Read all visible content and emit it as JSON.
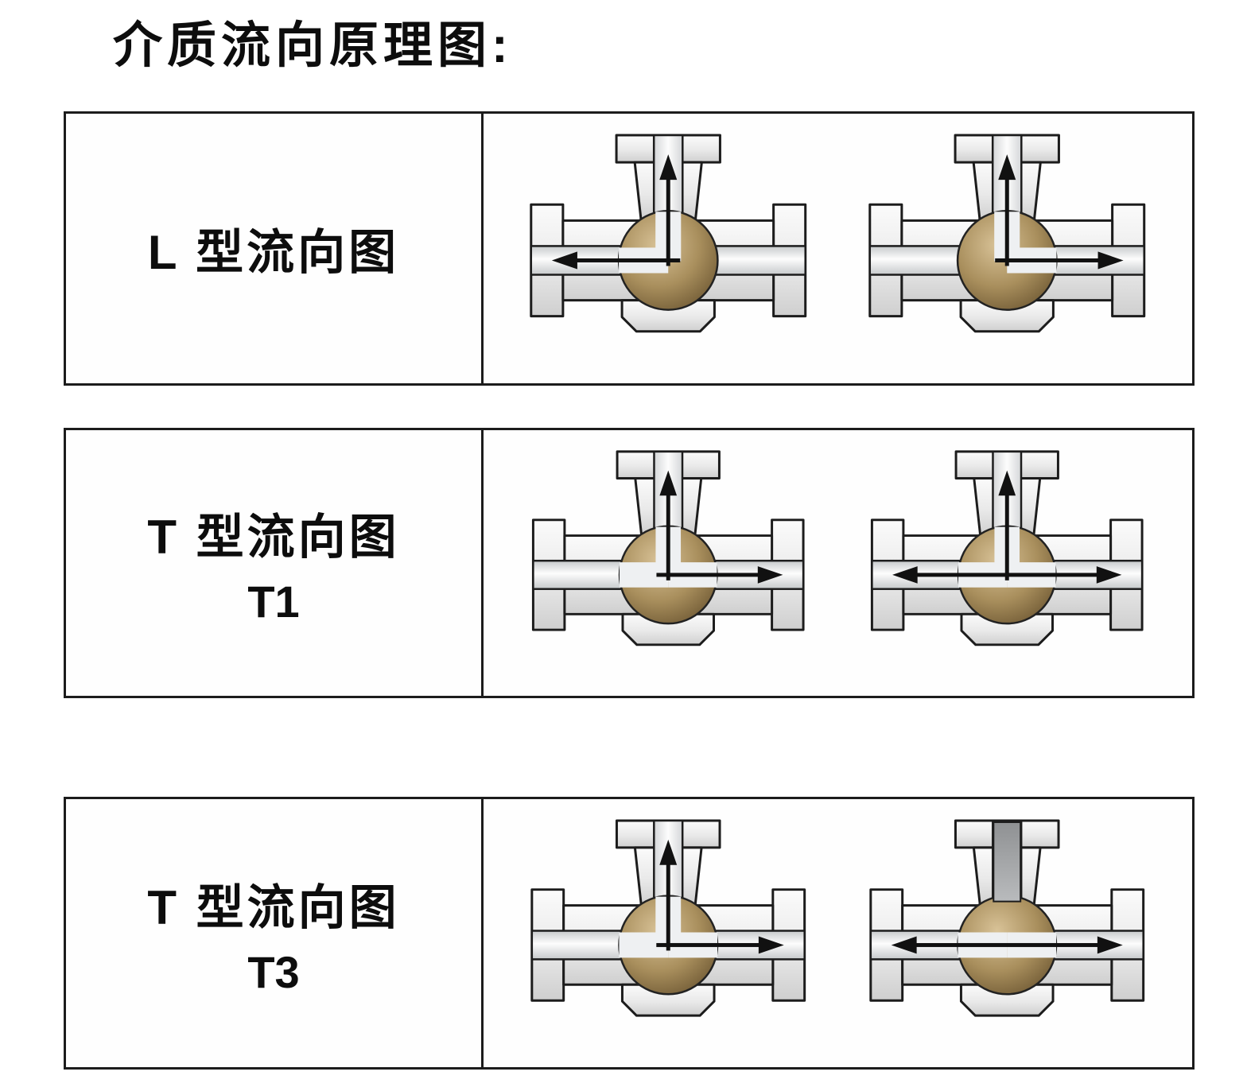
{
  "title": "介质流向原理图:",
  "colors": {
    "outline": "#1c1c1c",
    "valve_body": "#e8e8e8",
    "valve_ball": "#a98f5d",
    "bore": "#fdfdfd",
    "arrow": "#111111"
  },
  "rows": [
    {
      "id": "L",
      "label_line1": "L 型流向图",
      "label_line2": "",
      "valves": [
        {
          "description": "L-port: flow between top and left ports",
          "config": "arrow-up arrow-left pass-top pass-left"
        },
        {
          "description": "L-port: flow between top and right ports",
          "config": "arrow-up arrow-right pass-top pass-right"
        }
      ]
    },
    {
      "id": "T1",
      "label_line1": "T 型流向图",
      "label_line2": "T1",
      "valves": [
        {
          "description": "T-port: inlet left, flow up and right",
          "config": "arrow-up arrow-right pass-top pass-left pass-right"
        },
        {
          "description": "T-port: flow to top, left and right",
          "config": "arrow-up arrow-lr pass-top pass-left pass-right"
        }
      ]
    },
    {
      "id": "T3",
      "label_line1": "T 型流向图",
      "label_line2": "T3",
      "valves": [
        {
          "description": "T-port: inlet left, flow up and right",
          "config": "arrow-up arrow-right pass-top pass-left pass-right"
        },
        {
          "description": "T-port: straight through, top blocked",
          "config": "arrow-lr pass-left pass-right block-top"
        }
      ]
    }
  ]
}
